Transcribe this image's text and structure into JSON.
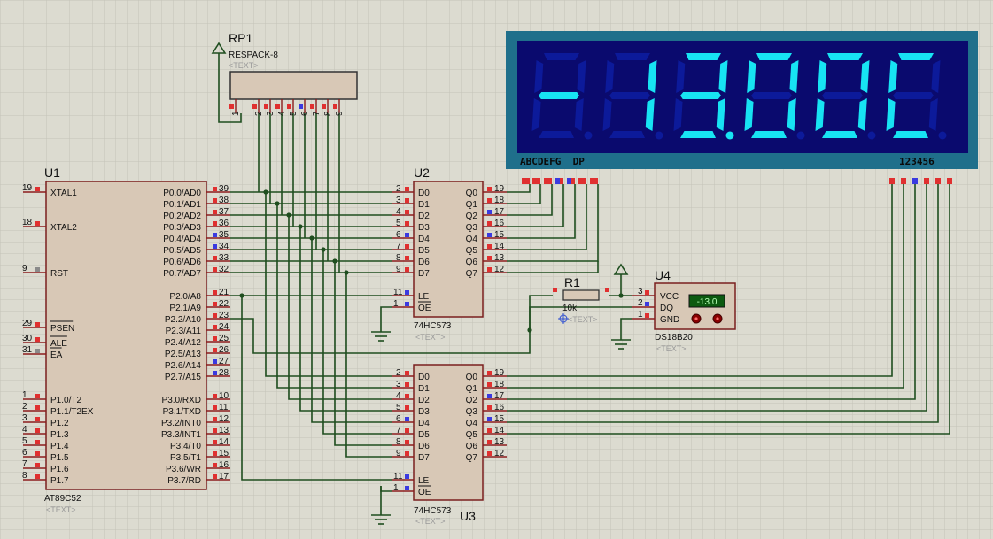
{
  "grid_color": "#c4c3b8",
  "rp1": {
    "ref": "RP1",
    "value": "RESPACK-8",
    "text": "<TEXT>",
    "pins": [
      "1",
      "2",
      "3",
      "4",
      "5",
      "6",
      "7",
      "8",
      "9"
    ]
  },
  "u1": {
    "ref": "U1",
    "part": "AT89C52",
    "text": "<TEXT>",
    "left_pins": [
      {
        "num": "19",
        "name": "XTAL1"
      },
      {
        "num": "18",
        "name": "XTAL2"
      },
      {
        "num": "9",
        "name": "RST"
      },
      {
        "num": "29",
        "name": "PSEN"
      },
      {
        "num": "30",
        "name": "ALE"
      },
      {
        "num": "31",
        "name": "EA"
      },
      {
        "num": "1",
        "name": "P1.0/T2"
      },
      {
        "num": "2",
        "name": "P1.1/T2EX"
      },
      {
        "num": "3",
        "name": "P1.2"
      },
      {
        "num": "4",
        "name": "P1.3"
      },
      {
        "num": "5",
        "name": "P1.4"
      },
      {
        "num": "6",
        "name": "P1.5"
      },
      {
        "num": "7",
        "name": "P1.6"
      },
      {
        "num": "8",
        "name": "P1.7"
      }
    ],
    "right_pins": [
      {
        "num": "39",
        "name": "P0.0/AD0"
      },
      {
        "num": "38",
        "name": "P0.1/AD1"
      },
      {
        "num": "37",
        "name": "P0.2/AD2"
      },
      {
        "num": "36",
        "name": "P0.3/AD3"
      },
      {
        "num": "35",
        "name": "P0.4/AD4"
      },
      {
        "num": "34",
        "name": "P0.5/AD5"
      },
      {
        "num": "33",
        "name": "P0.6/AD6"
      },
      {
        "num": "32",
        "name": "P0.7/AD7"
      },
      {
        "num": "21",
        "name": "P2.0/A8"
      },
      {
        "num": "22",
        "name": "P2.1/A9"
      },
      {
        "num": "23",
        "name": "P2.2/A10"
      },
      {
        "num": "24",
        "name": "P2.3/A11"
      },
      {
        "num": "25",
        "name": "P2.4/A12"
      },
      {
        "num": "26",
        "name": "P2.5/A13"
      },
      {
        "num": "27",
        "name": "P2.6/A14"
      },
      {
        "num": "28",
        "name": "P2.7/A15"
      },
      {
        "num": "10",
        "name": "P3.0/RXD"
      },
      {
        "num": "11",
        "name": "P3.1/TXD"
      },
      {
        "num": "12",
        "name": "P3.2/INT0"
      },
      {
        "num": "13",
        "name": "P3.3/INT1"
      },
      {
        "num": "14",
        "name": "P3.4/T0"
      },
      {
        "num": "15",
        "name": "P3.5/T1"
      },
      {
        "num": "16",
        "name": "P3.6/WR"
      },
      {
        "num": "17",
        "name": "P3.7/RD"
      }
    ]
  },
  "u2": {
    "ref": "U2",
    "part": "74HC573",
    "text": "<TEXT>",
    "d_pins": [
      {
        "num": "2",
        "name": "D0"
      },
      {
        "num": "3",
        "name": "D1"
      },
      {
        "num": "4",
        "name": "D2"
      },
      {
        "num": "5",
        "name": "D3"
      },
      {
        "num": "6",
        "name": "D4"
      },
      {
        "num": "7",
        "name": "D5"
      },
      {
        "num": "8",
        "name": "D6"
      },
      {
        "num": "9",
        "name": "D7"
      }
    ],
    "ctl_pins": [
      {
        "num": "11",
        "name": "LE"
      },
      {
        "num": "1",
        "name": "OE"
      }
    ],
    "q_pins": [
      {
        "num": "19",
        "name": "Q0"
      },
      {
        "num": "18",
        "name": "Q1"
      },
      {
        "num": "17",
        "name": "Q2"
      },
      {
        "num": "16",
        "name": "Q3"
      },
      {
        "num": "15",
        "name": "Q4"
      },
      {
        "num": "14",
        "name": "Q5"
      },
      {
        "num": "13",
        "name": "Q6"
      },
      {
        "num": "12",
        "name": "Q7"
      }
    ]
  },
  "u3": {
    "ref": "U3",
    "part": "74HC573",
    "text": "<TEXT>",
    "d_pins": [
      {
        "num": "2",
        "name": "D0"
      },
      {
        "num": "3",
        "name": "D1"
      },
      {
        "num": "4",
        "name": "D2"
      },
      {
        "num": "5",
        "name": "D3"
      },
      {
        "num": "6",
        "name": "D4"
      },
      {
        "num": "7",
        "name": "D5"
      },
      {
        "num": "8",
        "name": "D6"
      },
      {
        "num": "9",
        "name": "D7"
      }
    ],
    "ctl_pins": [
      {
        "num": "11",
        "name": "LE"
      },
      {
        "num": "1",
        "name": "OE"
      }
    ],
    "q_pins": [
      {
        "num": "19",
        "name": "Q0"
      },
      {
        "num": "18",
        "name": "Q1"
      },
      {
        "num": "17",
        "name": "Q2"
      },
      {
        "num": "16",
        "name": "Q3"
      },
      {
        "num": "15",
        "name": "Q4"
      },
      {
        "num": "14",
        "name": "Q5"
      },
      {
        "num": "13",
        "name": "Q6"
      },
      {
        "num": "12",
        "name": "Q7"
      }
    ]
  },
  "r1": {
    "ref": "R1",
    "value": "10k",
    "text": "<TEXT>"
  },
  "u4": {
    "ref": "U4",
    "part": "DS18B20",
    "text": "<TEXT>",
    "reading": "-13.0",
    "pins": [
      {
        "num": "3",
        "name": "VCC"
      },
      {
        "num": "2",
        "name": "DQ"
      },
      {
        "num": "1",
        "name": "GND"
      }
    ]
  },
  "display": {
    "digits": [
      "-",
      "1",
      "3",
      "0",
      "0",
      "C"
    ],
    "dp_after_index": 2,
    "segment_label": "ABCDEFG  DP",
    "digit_label": "123456",
    "frame_color": "#1f6f8b",
    "bg_color": "#0a0a6e",
    "lit_color": "#17e3f3",
    "unlit_color": "#0c1a9a"
  }
}
